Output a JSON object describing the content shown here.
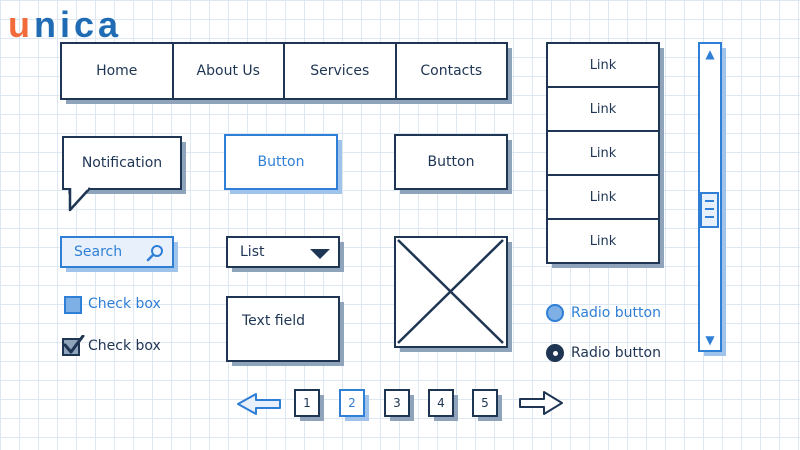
{
  "logo": {
    "first": "u",
    "rest": "nica"
  },
  "nav": {
    "items": [
      "Home",
      "About Us",
      "Services",
      "Contacts"
    ]
  },
  "links": [
    "Link",
    "Link",
    "Link",
    "Link",
    "Link"
  ],
  "notification": "Notification",
  "buttons": {
    "primary": "Button",
    "secondary": "Button"
  },
  "search": {
    "placeholder": "Search"
  },
  "list": {
    "label": "List"
  },
  "text_field": {
    "label": "Text field"
  },
  "checkboxes": [
    {
      "label": "Check box",
      "checked": false
    },
    {
      "label": "Check box",
      "checked": true
    }
  ],
  "radios": [
    {
      "label": "Radio button",
      "selected": false
    },
    {
      "label": "Radio button",
      "selected": true
    }
  ],
  "pagination": {
    "pages": [
      "1",
      "2",
      "3",
      "4",
      "5"
    ],
    "current": "2"
  },
  "colors": {
    "ink": "#1e3553",
    "accent": "#2f7fd6",
    "logo_orange": "#f26b3a",
    "logo_blue": "#1f6cb5"
  }
}
